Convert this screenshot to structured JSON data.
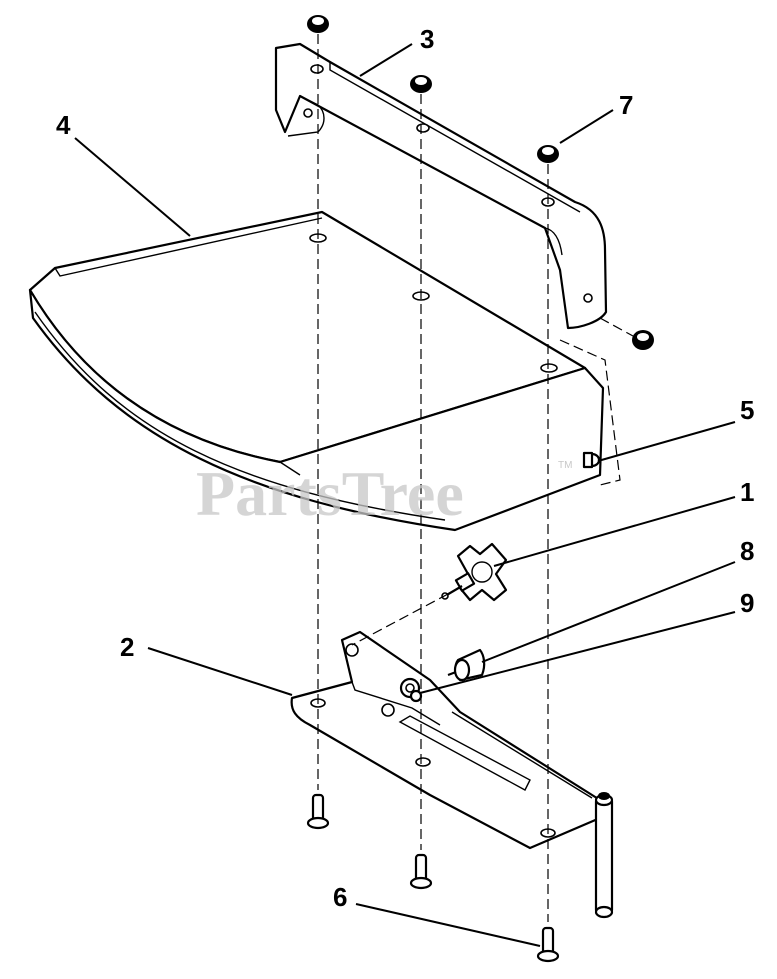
{
  "watermark": {
    "text": "PartsTree",
    "mark": "TM"
  },
  "callouts": [
    "1",
    "2",
    "3",
    "4",
    "5",
    "6",
    "7",
    "8",
    "9"
  ]
}
